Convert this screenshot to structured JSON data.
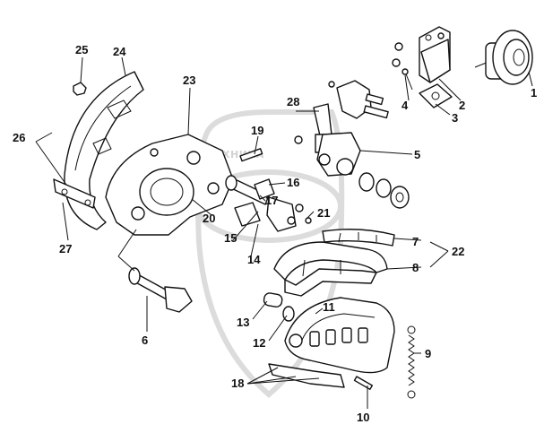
{
  "watermark": "ТЕХНИКА",
  "callouts": [
    {
      "id": "c1",
      "text": "1"
    },
    {
      "id": "c2",
      "text": "2"
    },
    {
      "id": "c3",
      "text": "3"
    },
    {
      "id": "c4",
      "text": "4"
    },
    {
      "id": "c5",
      "text": "5"
    },
    {
      "id": "c6",
      "text": "6"
    },
    {
      "id": "c7",
      "text": "7"
    },
    {
      "id": "c8",
      "text": "8"
    },
    {
      "id": "c9",
      "text": "9"
    },
    {
      "id": "c10",
      "text": "10"
    },
    {
      "id": "c11",
      "text": "11"
    },
    {
      "id": "c12",
      "text": "12"
    },
    {
      "id": "c13",
      "text": "13"
    },
    {
      "id": "c14",
      "text": "14"
    },
    {
      "id": "c15",
      "text": "15"
    },
    {
      "id": "c16",
      "text": "16"
    },
    {
      "id": "c17",
      "text": "17"
    },
    {
      "id": "c18",
      "text": "18"
    },
    {
      "id": "c19",
      "text": "19"
    },
    {
      "id": "c20",
      "text": "20"
    },
    {
      "id": "c21",
      "text": "21"
    },
    {
      "id": "c22",
      "text": "22"
    },
    {
      "id": "c23",
      "text": "23"
    },
    {
      "id": "c24",
      "text": "24"
    },
    {
      "id": "c25",
      "text": "25"
    },
    {
      "id": "c26",
      "text": "26"
    },
    {
      "id": "c27",
      "text": "27"
    },
    {
      "id": "c28",
      "text": "28"
    }
  ]
}
